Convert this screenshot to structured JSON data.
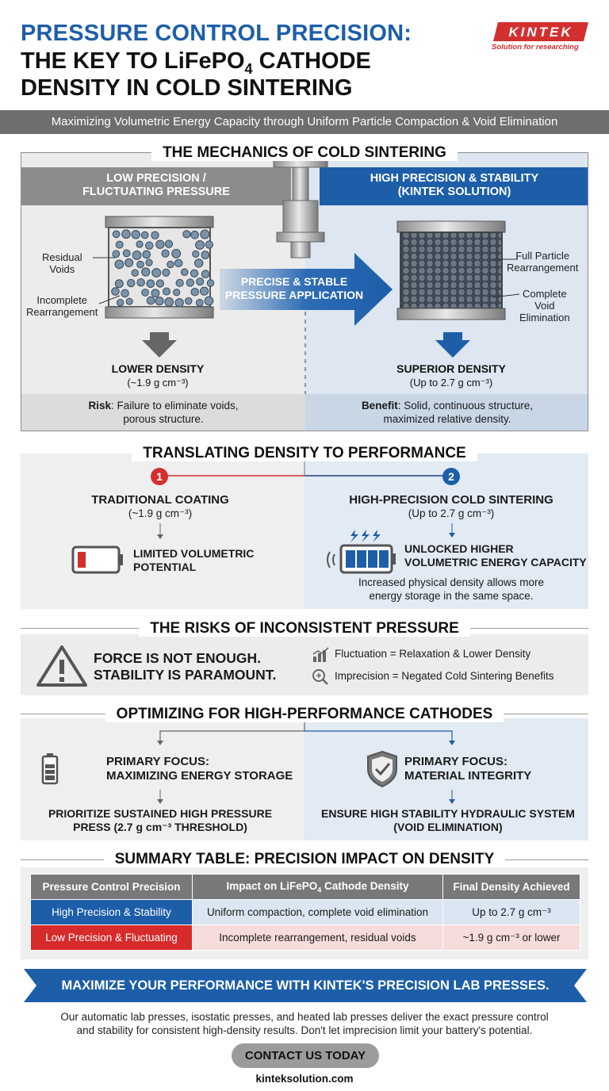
{
  "header": {
    "title_line1": "PRESSURE CONTROL PRECISION:",
    "title_line2a": "THE KEY TO LiFePO",
    "title_line2_sub": "4",
    "title_line2b": " CATHODE",
    "title_line3": "DENSITY IN COLD SINTERING",
    "logo_text": "KINTEK",
    "logo_tagline": "Solution for researching",
    "subtitle": "Maximizing Volumetric Energy Capacity through Uniform Particle Compaction & Void Elimination"
  },
  "mechanics": {
    "title": "THE MECHANICS OF COLD SINTERING",
    "left_header_1": "LOW PRECISION /",
    "left_header_2": "FLUCTUATING PRESSURE",
    "right_header_1": "HIGH PRECISION & STABILITY",
    "right_header_2": "(KINTEK SOLUTION)",
    "residual_1": "Residual",
    "residual_2": "Voids",
    "incomplete_1": "Incomplete",
    "incomplete_2": "Rearrangement",
    "full_1": "Full Particle",
    "full_2": "Rearrangement",
    "complete_1": "Complete",
    "complete_2": "Void",
    "complete_3": "Elimination",
    "arrow_1": "PRECISE & STABLE",
    "arrow_2": "PRESSURE APPLICATION",
    "low_density": "LOWER DENSITY",
    "low_density_value": "(~1.9 g cm⁻³)",
    "high_density": "SUPERIOR DENSITY",
    "high_density_value": "(Up to 2.7 g cm⁻³)",
    "risk_label": "Risk",
    "risk_text_1": ": Failure to eliminate voids,",
    "risk_text_2": "porous structure.",
    "benefit_label": "Benefit",
    "benefit_text_1": ": Solid, continuous structure,",
    "benefit_text_2": "maximized relative density."
  },
  "performance": {
    "title": "TRANSLATING DENSITY TO PERFORMANCE",
    "num_1": "1",
    "num_2": "2",
    "left_title": "TRADITIONAL COATING",
    "left_value": "(~1.9 g cm⁻³)",
    "left_result_1": "LIMITED VOLUMETRIC",
    "left_result_2": "POTENTIAL",
    "right_title": "HIGH-PRECISION COLD SINTERING",
    "right_value": "(Up to 2.7 g cm⁻³)",
    "right_result_1": "UNLOCKED HIGHER",
    "right_result_2": "VOLUMETRIC ENERGY CAPACITY",
    "right_note_1": "Increased physical density allows more",
    "right_note_2": "energy storage in the same space."
  },
  "risks": {
    "title": "THE RISKS OF INCONSISTENT PRESSURE",
    "main_1": "FORCE IS NOT ENOUGH.",
    "main_2": "STABILITY IS PARAMOUNT.",
    "item_1": "Fluctuation = Relaxation & Lower Density",
    "item_2": "Imprecision = Negated Cold Sintering Benefits"
  },
  "optimizing": {
    "title": "OPTIMIZING FOR HIGH-PERFORMANCE CATHODES",
    "left_h1": "PRIMARY FOCUS:",
    "left_h2": "MAXIMIZING ENERGY STORAGE",
    "left_b1": "PRIORITIZE SUSTAINED HIGH PRESSURE",
    "left_b2": "PRESS (2.7 g cm⁻³ THRESHOLD)",
    "right_h1": "PRIMARY FOCUS:",
    "right_h2": "MATERIAL INTEGRITY",
    "right_b1": "ENSURE HIGH STABILITY HYDRAULIC SYSTEM",
    "right_b2": "(VOID ELIMINATION)"
  },
  "summary": {
    "title": "SUMMARY TABLE: PRECISION IMPACT ON DENSITY",
    "col_1": "Pressure Control Precision",
    "col_2a": "Impact on LiFePO",
    "col_2_sub": "4",
    "col_2b": " Cathode Density",
    "col_3": "Final Density Achieved",
    "rows": [
      {
        "precision": "High Precision & Stability",
        "impact": "Uniform compaction, complete void elimination",
        "density": "Up to 2.7 g cm⁻³"
      },
      {
        "precision": "Low Precision & Fluctuating",
        "impact": "Incomplete rearrangement, residual voids",
        "density": "~1.9 g cm⁻³ or lower"
      }
    ]
  },
  "cta": {
    "banner": "MAXIMIZE YOUR PERFORMANCE WITH KINTEK'S PRECISION LAB PRESSES.",
    "para_1": "Our automatic lab presses, isostatic presses, and heated lab presses deliver the exact pressure control",
    "para_2": "and stability for consistent high-density results. Don't let imprecision limit your battery's potential.",
    "button": "CONTACT US TODAY",
    "website": "kinteksolution.com"
  },
  "colors": {
    "brand_blue": "#1d5ea8",
    "brand_red": "#d32f2f",
    "gray": "#6d6e70"
  }
}
